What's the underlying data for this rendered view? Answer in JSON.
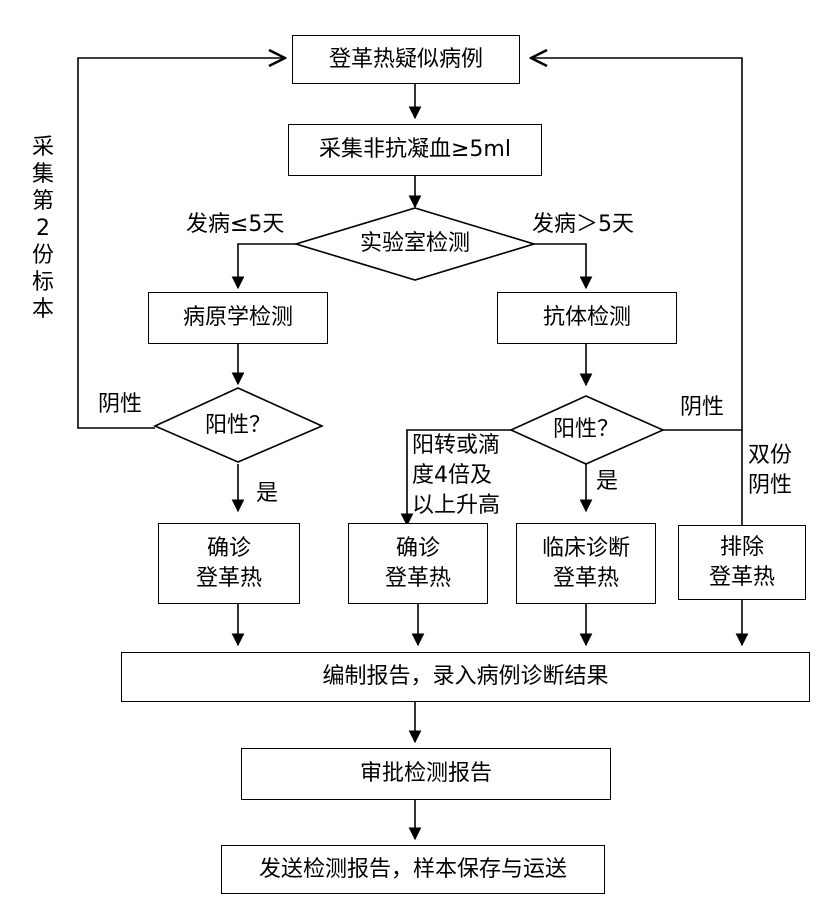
{
  "nodes": {
    "suspected_case": "登革热疑似病例",
    "collect_blood": "采集非抗凝血≥5ml",
    "lab_test": "实验室检测",
    "pathogen_test": "病原学检测",
    "antibody_test": "抗体检测",
    "positive_left": "阳性？",
    "positive_right": "阳性？",
    "confirm_left_l1": "确诊",
    "confirm_left_l2": "登革热",
    "confirm_mid_l1": "确诊",
    "confirm_mid_l2": "登革热",
    "clinical_l1": "临床诊断",
    "clinical_l2": "登革热",
    "exclude_l1": "排除",
    "exclude_l2": "登革热",
    "compile_report": "编制报告，录入病例诊断结果",
    "approve_report": "审批检测报告",
    "send_report": "发送检测报告，样本保存与运送"
  },
  "labels": {
    "onset_le5": "发病≤5天",
    "onset_gt5": "发病＞5天",
    "negative_left": "阴性",
    "yes_left": "是",
    "negative_right": "阴性",
    "yes_right": "是",
    "double_negative_l1": "双份",
    "double_negative_l2": "阴性",
    "seroconversion_l1": "阳转或滴",
    "seroconversion_l2": "度4倍及",
    "seroconversion_l3": "以上升高",
    "second_sample_chars": [
      "采",
      "集",
      "第",
      "2",
      "份",
      "标",
      "本"
    ]
  }
}
